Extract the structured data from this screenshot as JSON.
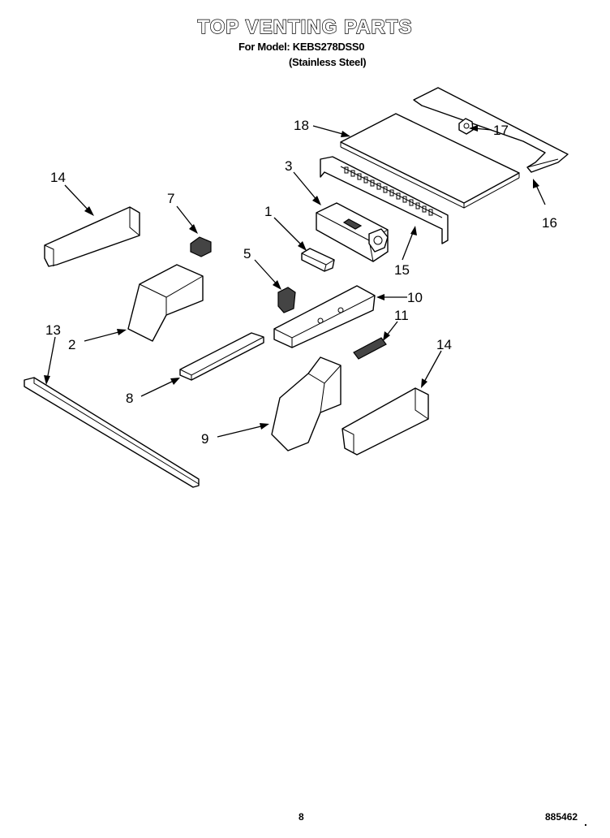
{
  "header": {
    "title": "TOP VENTING PARTS",
    "model_line": "For Model: KEBS278DSS0",
    "finish_line": "(Stainless Steel)"
  },
  "callouts": [
    {
      "id": "c1",
      "label": "1"
    },
    {
      "id": "c2",
      "label": "2"
    },
    {
      "id": "c3",
      "label": "3"
    },
    {
      "id": "c5",
      "label": "5"
    },
    {
      "id": "c7",
      "label": "7"
    },
    {
      "id": "c8",
      "label": "8"
    },
    {
      "id": "c9",
      "label": "9"
    },
    {
      "id": "c10",
      "label": "10"
    },
    {
      "id": "c11",
      "label": "11"
    },
    {
      "id": "c13",
      "label": "13"
    },
    {
      "id": "c14a",
      "label": "14"
    },
    {
      "id": "c14b",
      "label": "14"
    },
    {
      "id": "c15",
      "label": "15"
    },
    {
      "id": "c16",
      "label": "16"
    },
    {
      "id": "c17",
      "label": "17"
    },
    {
      "id": "c18",
      "label": "18"
    }
  ],
  "footer": {
    "page": "8",
    "code": "885462",
    "mark": "."
  }
}
